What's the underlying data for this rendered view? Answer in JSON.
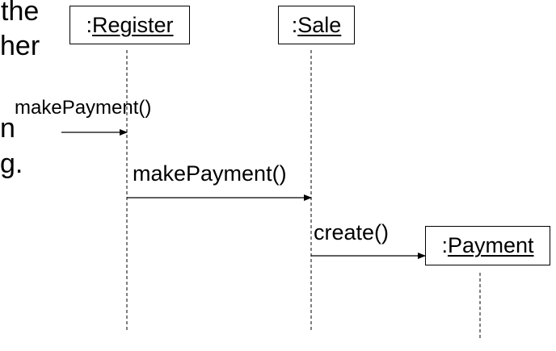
{
  "background_text": {
    "line1": "the",
    "line2": "her",
    "line3": "n",
    "line4": "g."
  },
  "objects": [
    {
      "prefix": ":",
      "name": "Register"
    },
    {
      "prefix": ":",
      "name": "Sale"
    },
    {
      "prefix": ":",
      "name": "Payment"
    }
  ],
  "messages": [
    {
      "label": "makePayment()"
    },
    {
      "label": "makePayment()"
    },
    {
      "label": "create()"
    }
  ]
}
